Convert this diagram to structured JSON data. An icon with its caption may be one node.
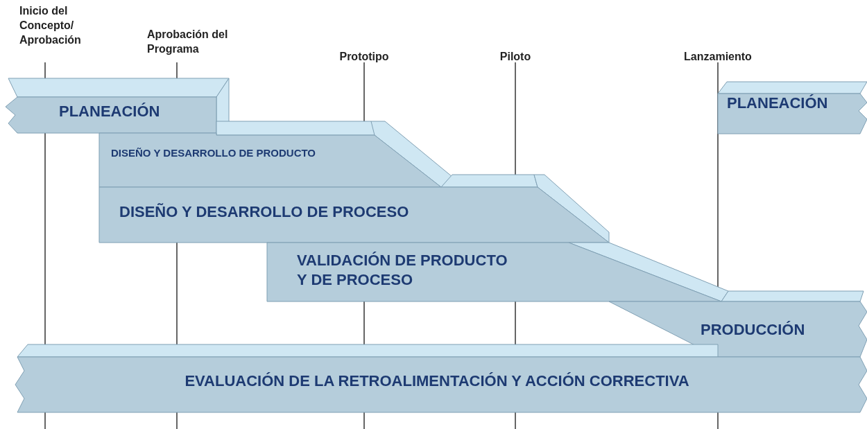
{
  "diagram": {
    "nodes": [
      {
        "text": [
          "PLANEACIÓN"
        ]
      },
      {
        "text": [
          "DISEÑO Y DESARROLLO DE PRODUCTO"
        ]
      },
      {
        "text": [
          "DISEÑO Y DESARROLLO DE PROCESO"
        ]
      },
      {
        "text": [
          "VALIDACIÓN DE PRODUCTO Y DE PROCESO"
        ]
      },
      {
        "text": [
          "PLANEACIÓN"
        ]
      },
      {
        "text": [
          "PRODUCCIÓN"
        ]
      },
      {
        "text": [
          "EVALUACIÓN DE LA RETROALIMENTACIÓN Y ACCIÓN CORRECTIVA"
        ]
      }
    ],
    "edges": [],
    "labels": [
      "Inicio del Concepto/ Aprobación",
      "Aprobación del Programa",
      "Prototipo",
      "Piloto",
      "Lanzamiento"
    ]
  }
}
